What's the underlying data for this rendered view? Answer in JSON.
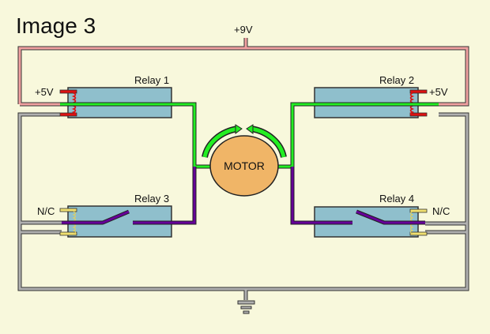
{
  "title": "Image 3",
  "supply_label": "+9V",
  "motor": {
    "label": "MOTOR",
    "fill": "#f0b567"
  },
  "relays": [
    {
      "label": "Relay 1",
      "coil_label": "+5V"
    },
    {
      "label": "Relay 2",
      "coil_label": "+5V"
    },
    {
      "label": "Relay 3",
      "contact_label": "N/C"
    },
    {
      "label": "Relay 4",
      "contact_label": "N/C"
    }
  ],
  "colors": {
    "background": "#f8f8dc",
    "supply_wire": "#f0a0a0",
    "ground_wire": "#b0b0b0",
    "active_wire": "#22ee22",
    "inactive_wire": "#660099",
    "relay_body": "#8fbfcc",
    "energized_coil": "#dd1111",
    "idle_coil": "#f0e070"
  }
}
